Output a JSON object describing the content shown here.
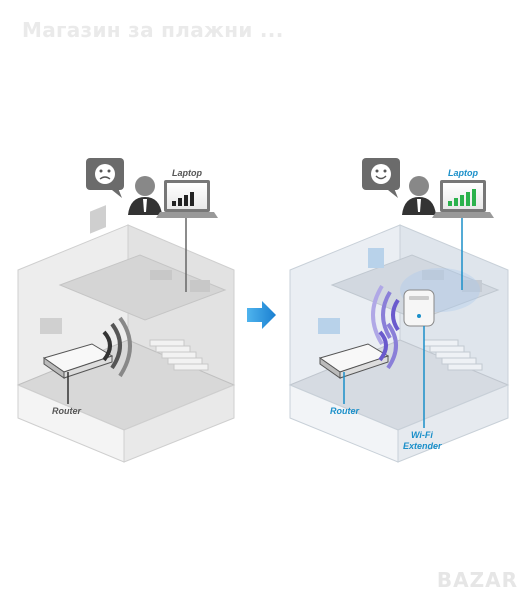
{
  "header": {
    "title": "Магазин за плажни ..."
  },
  "diagram": {
    "before": {
      "laptop_label": "Laptop",
      "router_label": "Router",
      "face": "sad"
    },
    "after": {
      "laptop_label": "Laptop",
      "router_label": "Router",
      "extender_label_line1": "Wi-Fi",
      "extender_label_line2": "Extender",
      "face": "happy"
    },
    "colors": {
      "before_label": "#555555",
      "after_label": "#1a8fc9",
      "arrow": "#1f8ed8",
      "house_floor": "#d8d8d8",
      "wave_before": "#333333",
      "wave_after": "#6a5acd"
    }
  },
  "watermark": {
    "text": "BAZAR"
  }
}
